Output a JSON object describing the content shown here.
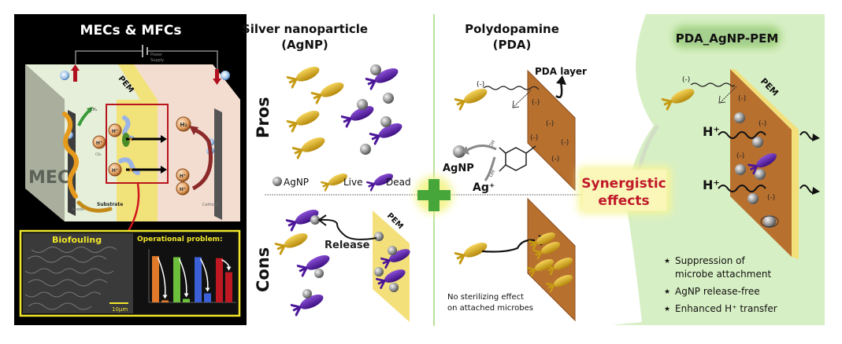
{
  "panel_mec": {
    "title": "MECs & MFCs",
    "power_supply": "Power Supply",
    "power_supply_line1": "Power",
    "power_supply_line2": "Supply",
    "pem_label": "PEM",
    "mec_label": "MEC",
    "ch4_label": "CH₄",
    "co2_label": "CO₂",
    "h2_label": "H₂",
    "proton_label": "H⁺",
    "electron_label": "e",
    "anode_label": "Anode",
    "cathode_label": "Cathode",
    "substrate_label": "Substrate",
    "biofouling_label": "Biofouling",
    "scale_bar": "10μm",
    "operational_problem": "Operational problem:",
    "inset_chart": {
      "type": "bar",
      "series_colors": [
        "#e07a2a",
        "#6cbf3a",
        "#3b5fd6",
        "#c01822"
      ],
      "groups": [
        {
          "before": 0.92,
          "after": 0.04
        },
        {
          "before": 0.9,
          "after": 0.07
        },
        {
          "before": 0.9,
          "after": 0.18
        },
        {
          "before": 0.88,
          "after": 0.6
        }
      ]
    }
  },
  "panel_agnp": {
    "title_line1": "Silver nanoparticle",
    "title_line2": "(AgNP)",
    "pros_label": "Pros",
    "cons_label": "Cons",
    "legend": {
      "agnp": "AgNP",
      "live": "Live",
      "dead": "Dead"
    },
    "release_label": "Release",
    "pem_label": "PEM"
  },
  "panel_pda": {
    "title_line1": "Polydopamine",
    "title_line2": "(PDA)",
    "pda_layer_label": "PDA layer",
    "charge_label": "(-)",
    "agnp_label": "AgNP",
    "ag_ion_label": "Ag⁺",
    "oh_label": "OH",
    "cons_caption_line1": "No sterilizing effect",
    "cons_caption_line2": "on attached microbes"
  },
  "synergy": {
    "label_line1": "Synergistic",
    "label_line2": "effects"
  },
  "panel_result": {
    "title": "PDA_AgNP-PEM",
    "pem_label": "PEM",
    "proton_label": "H⁺",
    "charge_label": "(-)",
    "benefits": [
      {
        "line1": "Suppression of",
        "line2": "microbe attachment"
      },
      {
        "line1": "AgNP release-free",
        "line2": ""
      },
      {
        "line1": "Enhanced H⁺ transfer",
        "line2": ""
      }
    ],
    "bullet": "★"
  },
  "colors": {
    "live_microbe": "#d9a91a",
    "dead_microbe": "#5b1fa6",
    "pda": "#b8702f",
    "pem": "#f3e07a",
    "green_bg": "#d7efc4",
    "plus": "#47a63a",
    "synergy_text": "#c0192a",
    "biofouling_text": "#f0e62a"
  }
}
